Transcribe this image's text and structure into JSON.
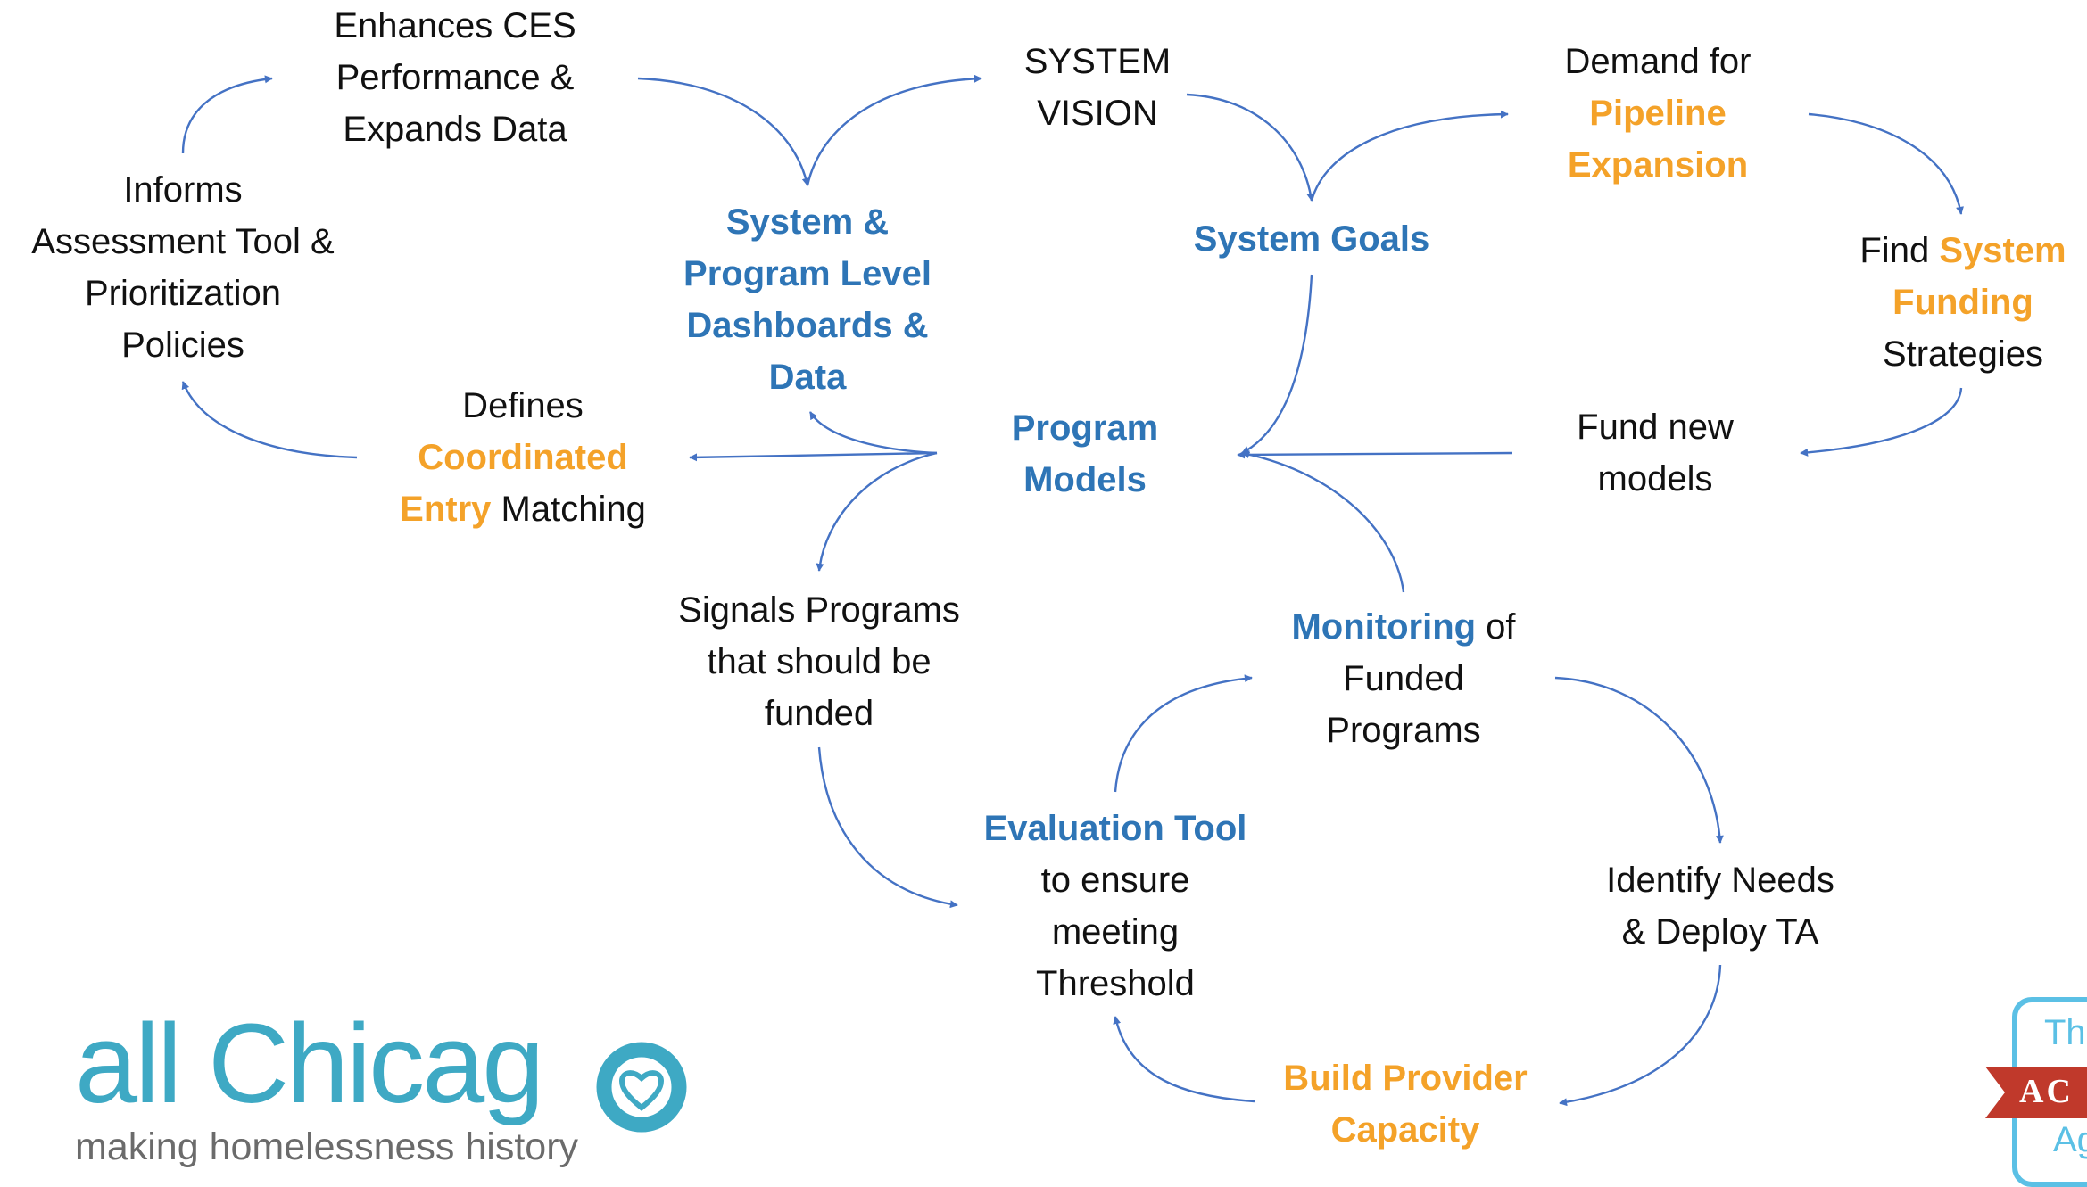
{
  "colors": {
    "text": "#111111",
    "blue": "#2e75b6",
    "orange": "#f4a229",
    "arrow": "#4472c4"
  },
  "nodes": {
    "enhances_ces": {
      "lines": [
        [
          {
            "t": "Enhances CES",
            "c": "k"
          }
        ],
        [
          {
            "t": "Performance &",
            "c": "k"
          }
        ],
        [
          {
            "t": "Expands Data",
            "c": "k"
          }
        ]
      ]
    },
    "system_vision": {
      "lines": [
        [
          {
            "t": "SYSTEM",
            "c": "k"
          }
        ],
        [
          {
            "t": "VISION",
            "c": "k"
          }
        ]
      ]
    },
    "demand_pipeline": {
      "lines": [
        [
          {
            "t": "Demand for",
            "c": "k"
          }
        ],
        [
          {
            "t": "Pipeline",
            "c": "o"
          }
        ],
        [
          {
            "t": "Expansion",
            "c": "o"
          }
        ]
      ]
    },
    "informs_assessment": {
      "lines": [
        [
          {
            "t": "Informs",
            "c": "k"
          }
        ],
        [
          {
            "t": "Assessment Tool &",
            "c": "k"
          }
        ],
        [
          {
            "t": "Prioritization",
            "c": "k"
          }
        ],
        [
          {
            "t": "Policies",
            "c": "k"
          }
        ]
      ]
    },
    "dashboards": {
      "lines": [
        [
          {
            "t": "System &",
            "c": "b"
          }
        ],
        [
          {
            "t": "Program Level",
            "c": "b"
          }
        ],
        [
          {
            "t": "Dashboards &",
            "c": "b"
          }
        ],
        [
          {
            "t": "Data",
            "c": "b"
          }
        ]
      ]
    },
    "system_goals": {
      "lines": [
        [
          {
            "t": "System Goals",
            "c": "b"
          }
        ]
      ]
    },
    "find_funding": {
      "lines": [
        [
          {
            "t": "Find ",
            "c": "k"
          },
          {
            "t": "System",
            "c": "o"
          }
        ],
        [
          {
            "t": "Funding",
            "c": "o"
          }
        ],
        [
          {
            "t": "Strategies",
            "c": "k"
          }
        ]
      ]
    },
    "defines_ce": {
      "lines": [
        [
          {
            "t": "Defines",
            "c": "k"
          }
        ],
        [
          {
            "t": "Coordinated",
            "c": "o"
          }
        ],
        [
          {
            "t": "Entry",
            "c": "o"
          },
          {
            "t": " Matching",
            "c": "k"
          }
        ]
      ]
    },
    "program_models": {
      "lines": [
        [
          {
            "t": "Program",
            "c": "b"
          }
        ],
        [
          {
            "t": "Models",
            "c": "b"
          }
        ]
      ]
    },
    "fund_new": {
      "lines": [
        [
          {
            "t": "Fund new",
            "c": "k"
          }
        ],
        [
          {
            "t": "models",
            "c": "k"
          }
        ]
      ]
    },
    "signals": {
      "lines": [
        [
          {
            "t": "Signals Programs",
            "c": "k"
          }
        ],
        [
          {
            "t": "that should be",
            "c": "k"
          }
        ],
        [
          {
            "t": "funded",
            "c": "k"
          }
        ]
      ]
    },
    "monitoring": {
      "lines": [
        [
          {
            "t": "Monitoring",
            "c": "b"
          },
          {
            "t": " of",
            "c": "k"
          }
        ],
        [
          {
            "t": "Funded",
            "c": "k"
          }
        ],
        [
          {
            "t": "Programs",
            "c": "k"
          }
        ]
      ]
    },
    "evaluation": {
      "lines": [
        [
          {
            "t": "Evaluation Tool",
            "c": "b"
          }
        ],
        [
          {
            "t": "to ensure",
            "c": "k"
          }
        ],
        [
          {
            "t": "meeting",
            "c": "k"
          }
        ],
        [
          {
            "t": "Threshold",
            "c": "k"
          }
        ]
      ]
    },
    "identify_needs": {
      "lines": [
        [
          {
            "t": "Identify Needs",
            "c": "k"
          }
        ],
        [
          {
            "t": "& Deploy TA",
            "c": "k"
          }
        ]
      ]
    },
    "build_capacity": {
      "lines": [
        [
          {
            "t": "Build Provider",
            "c": "o"
          }
        ],
        [
          {
            "t": "Capacity",
            "c": "o"
          }
        ]
      ]
    }
  },
  "logo": {
    "wordmark": "all Chicag",
    "tagline": "making homelessness history",
    "color": "#3ea9c4"
  },
  "badge": {
    "top": "The",
    "ribbon": "AC",
    "bottom": "Ag"
  }
}
